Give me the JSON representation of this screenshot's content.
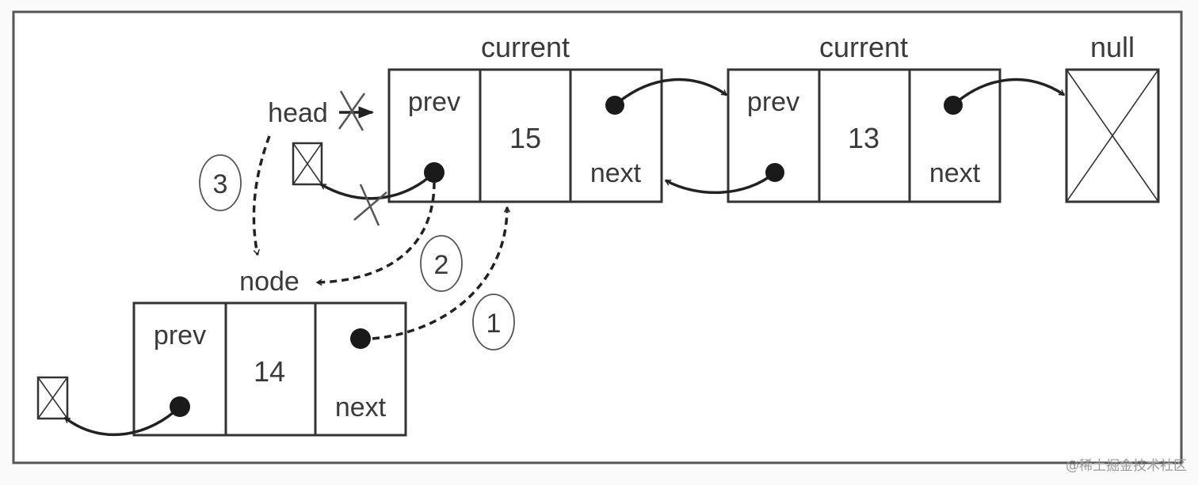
{
  "diagram": {
    "title": "Doubly linked list: insert node at head",
    "nodes": [
      {
        "id": "node-15",
        "label_above": "current",
        "prev": "prev",
        "value": "15",
        "next": "next"
      },
      {
        "id": "node-13",
        "label_above": "current",
        "prev": "prev",
        "value": "13",
        "next": "next"
      },
      {
        "id": "node-14",
        "label_above": "node",
        "prev": "prev",
        "value": "14",
        "next": "next"
      }
    ],
    "null_label": "null",
    "pointer_labels": {
      "head": "head",
      "node": "node"
    },
    "steps": [
      "1",
      "2",
      "3"
    ],
    "edges": [
      {
        "from": "node-15.next",
        "to": "node-13",
        "style": "solid"
      },
      {
        "from": "node-13.prev",
        "to": "node-15",
        "style": "solid"
      },
      {
        "from": "node-13.next",
        "to": "null",
        "style": "solid"
      },
      {
        "from": "node-15.prev",
        "to": "null-small",
        "style": "solid",
        "crossed_out": true
      },
      {
        "from": "head",
        "to": "node-15",
        "style": "solid",
        "crossed_out": true
      },
      {
        "from": "node-14.prev",
        "to": "null-small",
        "style": "solid"
      },
      {
        "from": "node-14.next",
        "to": "node-15",
        "style": "dashed",
        "step": "1"
      },
      {
        "from": "node-15.prev",
        "to": "node",
        "style": "dashed",
        "step": "2"
      },
      {
        "from": "head",
        "to": "node",
        "style": "dashed",
        "step": "3"
      }
    ]
  },
  "watermark": "@稀土掘金技术社区"
}
